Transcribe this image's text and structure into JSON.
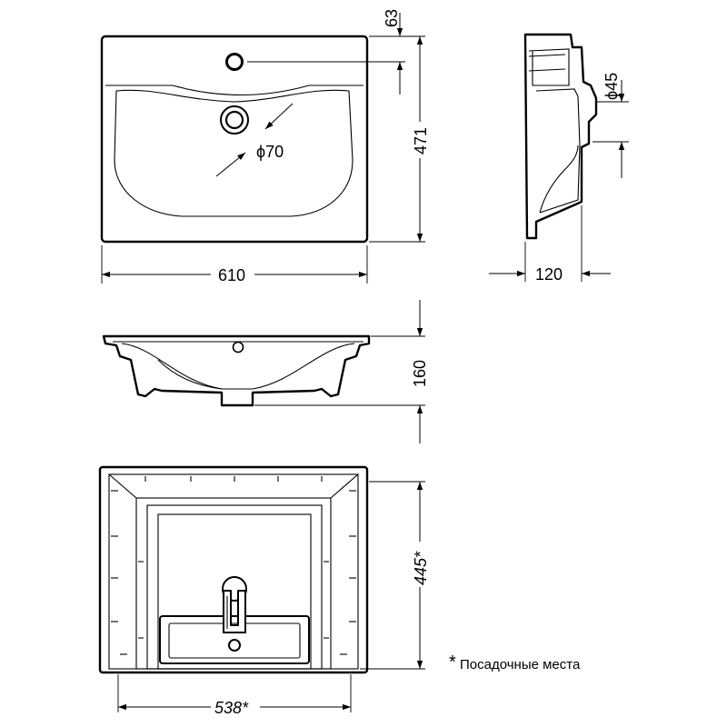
{
  "dimensions": {
    "top_offset": "63",
    "top_height": "471",
    "top_width": "610",
    "drain_diameter": "ϕ70",
    "side_hole": "ϕ45",
    "side_depth": "120",
    "front_height": "160",
    "bottom_depth": "445*",
    "bottom_width": "538*"
  },
  "note": {
    "marker": "*",
    "text": "Посадочные места"
  }
}
